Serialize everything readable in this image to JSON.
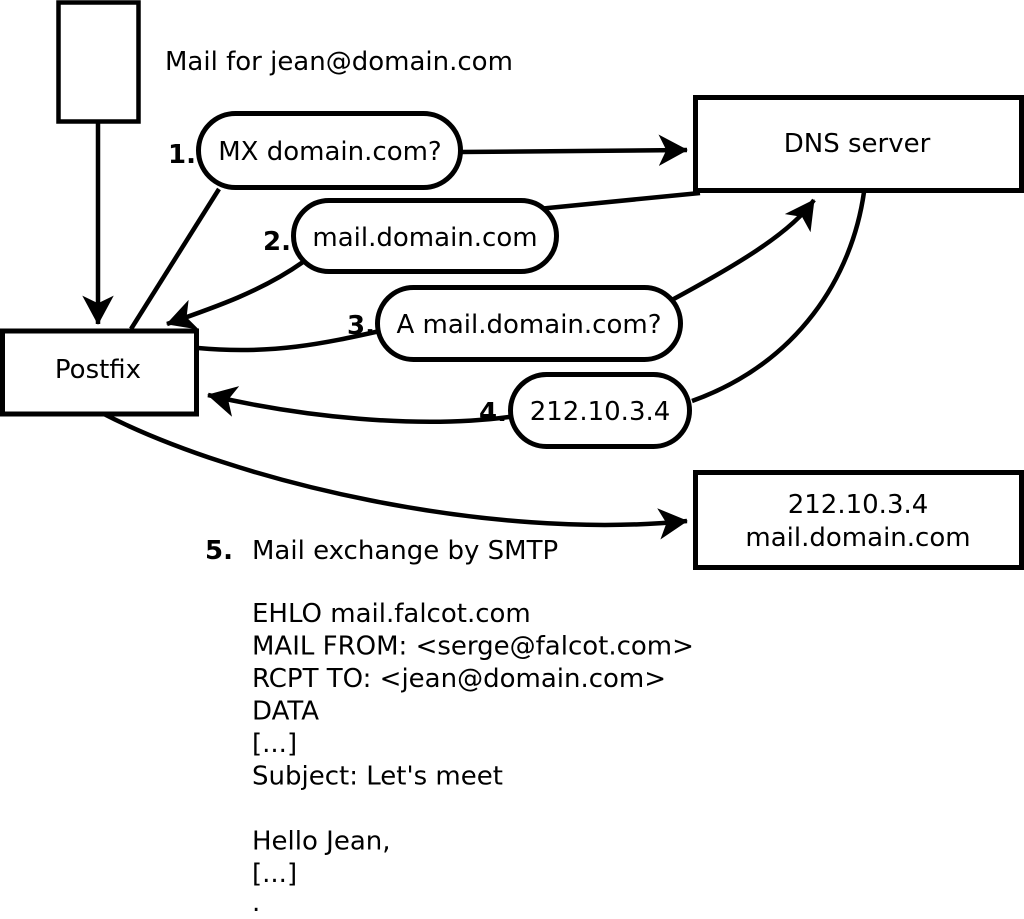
{
  "diagram": {
    "title": "Mail for jean@domain.com",
    "nodes": {
      "postfix": {
        "label": "Postfix"
      },
      "dns": {
        "label": "DNS server"
      },
      "mail_server": {
        "ip": "212.10.3.4",
        "hostname": "mail.domain.com"
      }
    },
    "steps": [
      {
        "num": "1.",
        "label": "MX domain.com?"
      },
      {
        "num": "2.",
        "label": "mail.domain.com"
      },
      {
        "num": "3.",
        "label": "A mail.domain.com?"
      },
      {
        "num": "4.",
        "label": "212.10.3.4"
      },
      {
        "num": "5.",
        "label": "Mail exchange by SMTP"
      }
    ],
    "smtp_session": {
      "lines": [
        "EHLO mail.falcot.com",
        "MAIL FROM: <serge@falcot.com>",
        "RCPT TO: <jean@domain.com>",
        "DATA",
        "[...]",
        "Subject: Let's meet",
        "",
        "Hello Jean,",
        "[...]",
        "."
      ]
    },
    "colors": {
      "stroke": "#000000",
      "background": "#ffffff",
      "node_fill": "#ffffff"
    }
  }
}
